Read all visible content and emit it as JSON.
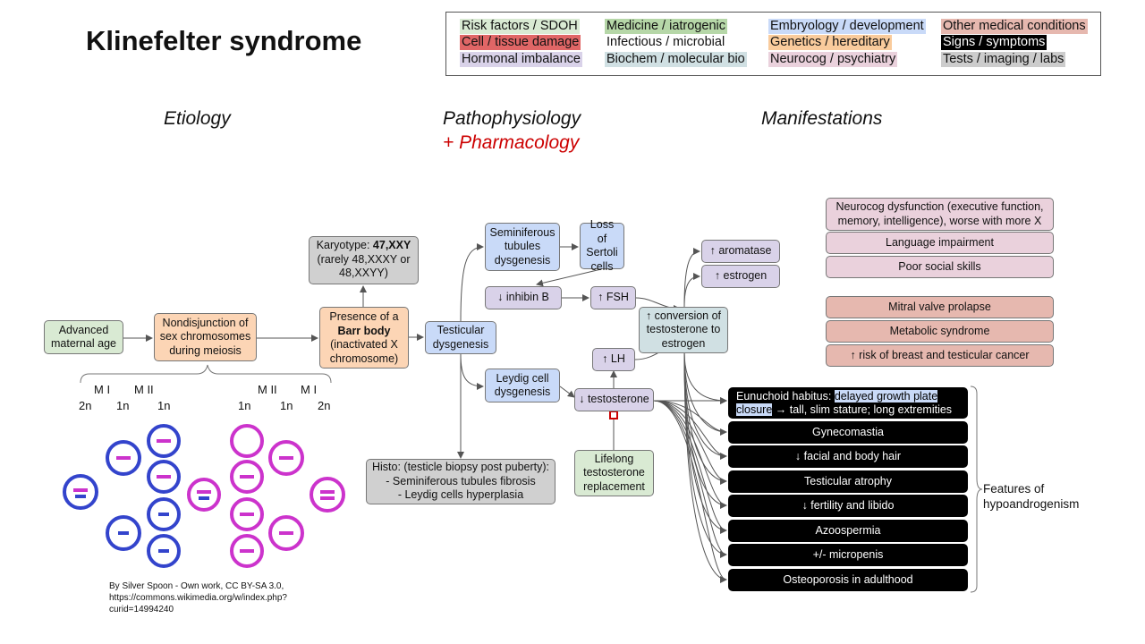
{
  "title": "Klinefelter syndrome",
  "legend": [
    {
      "label": "Risk factors / SDOH",
      "color": "#d9ead3",
      "text_color": "#111111"
    },
    {
      "label": "Cell / tissue damage",
      "color": "#e06666",
      "text_color": "#111111"
    },
    {
      "label": "Hormonal imbalance",
      "color": "#d9d2e9",
      "text_color": "#111111"
    },
    {
      "label": "Medicine / iatrogenic",
      "color": "#b6d7a8",
      "text_color": "#111111"
    },
    {
      "label": "Infectious / microbial",
      "color": "#ffffff",
      "text_color": "#111111"
    },
    {
      "label": "Biochem / molecular bio",
      "color": "#d0e0e3",
      "text_color": "#111111"
    },
    {
      "label": "Embryology / development",
      "color": "#c9daf8",
      "text_color": "#111111"
    },
    {
      "label": "Genetics / hereditary",
      "color": "#f9cb9c",
      "text_color": "#111111"
    },
    {
      "label": "Neurocog / psychiatry",
      "color": "#ead1dc",
      "text_color": "#111111"
    },
    {
      "label": "Other medical conditions",
      "color": "#e6b8af",
      "text_color": "#111111"
    },
    {
      "label": "Signs / symptoms",
      "color": "#000000",
      "text_color": "#ffffff"
    },
    {
      "label": "Tests / imaging / labs",
      "color": "#cccccc",
      "text_color": "#111111"
    }
  ],
  "headings": {
    "etiology": "Etiology",
    "pathophysiology": "Pathophysiology",
    "pharmacology": "+ Pharmacology",
    "manifestations": "Manifestations"
  },
  "nodes": {
    "maternal_age": "Advanced\nmaternal age",
    "nondisjunction": "Nondisjunction of\nsex chromosomes\nduring meiosis",
    "karyotype_pre": "Karyotype: ",
    "karyotype_bold": "47,XXY",
    "karyotype_post": "\n(rarely 48,XXXY or\n48,XXYY)",
    "barr_pre": "Presence of a\n",
    "barr_bold": "Barr body",
    "barr_post": "\n(inactivated X\nchromosome)",
    "testicular_dysgenesis": "Testicular\ndysgenesis",
    "seminiferous": "Seminiferous\ntubules\ndysgenesis",
    "sertoli": "Loss of\nSertoli\ncells",
    "inhibin": "↓ inhibin B",
    "fsh": "↑ FSH",
    "leydig": "Leydig cell\ndysgenesis",
    "testosterone": "↓ testosterone",
    "lh": "↑ LH",
    "conversion": "↑ conversion of\ntestosterone to\nestrogen",
    "aromatase": "↑ aromatase",
    "estrogen": "↑ estrogen",
    "histo": "Histo: (testicle biopsy post puberty):\n- Seminiferous tubules fibrosis\n- Leydig cells hyperplasia",
    "replacement": "Lifelong\ntestosterone\nreplacement"
  },
  "neurocog": [
    "Neurocog dysfunction (executive function,\nmemory, intelligence), worse with more X",
    "Language impairment",
    "Poor social skills"
  ],
  "other_conditions": [
    "Mitral valve prolapse",
    "Metabolic syndrome",
    "↑ risk of breast and testicular cancer"
  ],
  "eunuchoid": {
    "prefix": "Eunuchoid habitus: ",
    "highlight1": "delayed growth plate",
    "highlight2": "closure",
    "suffix": " → tall, slim stature; long extremities"
  },
  "symptoms": [
    "Gynecomastia",
    "↓ facial and body hair",
    "Testicular atrophy",
    "↓ fertility and libido",
    "Azoospermia",
    "+/- micropenis",
    "Osteoporosis in adulthood"
  ],
  "bracket_label": "Features of\nhypoandrogenism",
  "meiosis_labels": {
    "left_top": [
      "M I",
      "M II"
    ],
    "left_bottom": [
      "2n",
      "1n",
      "1n"
    ],
    "right_top": [
      "M II",
      "M I"
    ],
    "right_bottom": [
      "1n",
      "1n",
      "2n"
    ]
  },
  "credit": "By Silver Spoon - Own work, CC BY-SA 3.0,\nhttps://commons.wikimedia.org/w/index.php?\ncurid=14994240",
  "colors": {
    "arrow": "#555555",
    "blue_cell": "#3344cc",
    "magenta_cell": "#cc33cc",
    "red_cap": "#cc0000"
  }
}
